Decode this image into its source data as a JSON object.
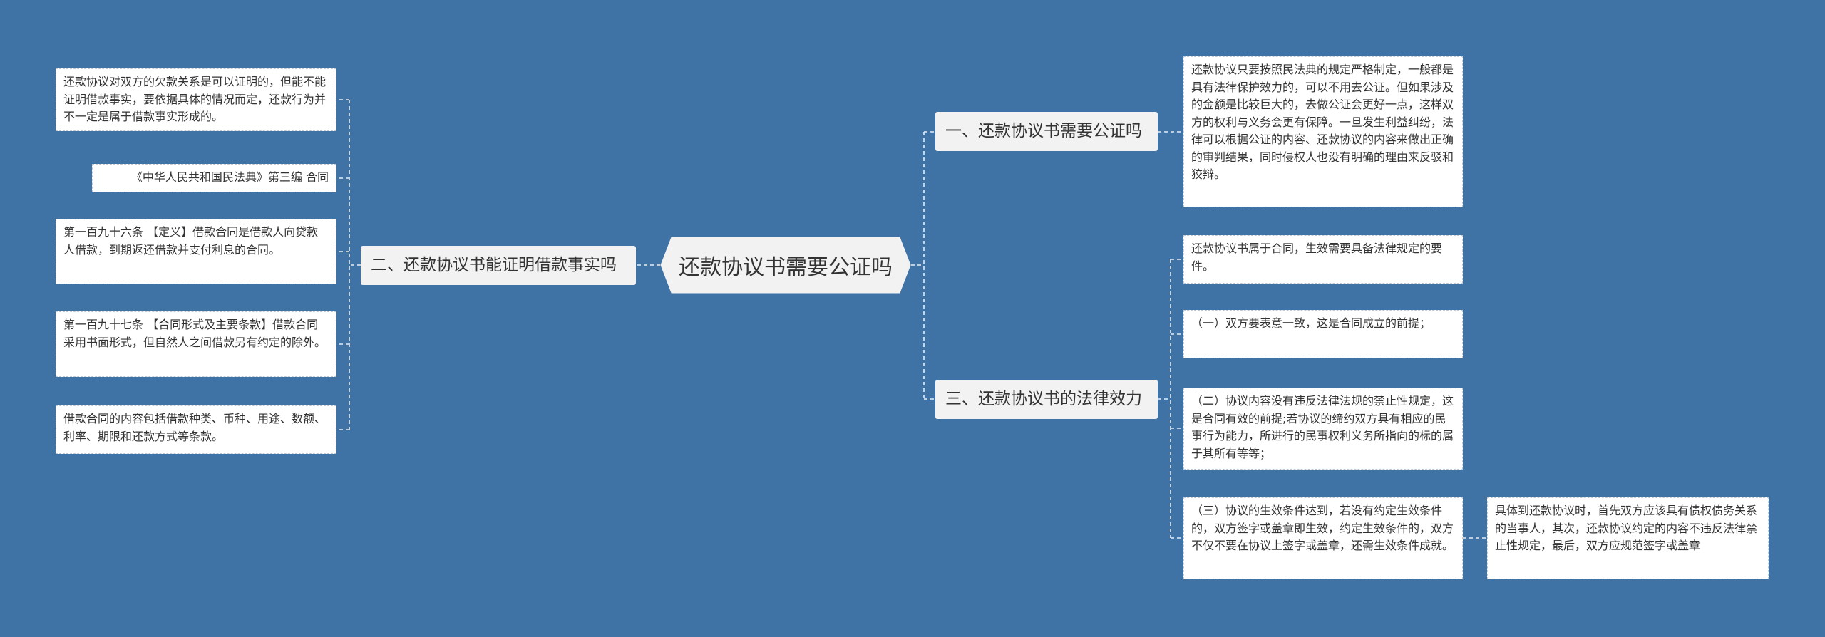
{
  "root": {
    "label": "还款协议书需要公证吗"
  },
  "branches": [
    {
      "id": "b1",
      "label": "一、还款协议书需要公证吗"
    },
    {
      "id": "b2",
      "label": "二、还款协议书能证明借款事实吗"
    },
    {
      "id": "b3",
      "label": "三、还款协议书的法律效力"
    }
  ],
  "leaves": {
    "b1": [
      "还款协议只要按照民法典的规定严格制定，一般都是具有法律保护效力的，可以不用去公证。但如果涉及的金额是比较巨大的，去做公证会更好一点，这样双方的权利与义务会更有保障。一旦发生利益纠纷，法律可以根据公证的内容、还款协议的内容来做出正确的审判结果，同时侵权人也没有明确的理由来反驳和狡辩。"
    ],
    "b2": [
      "还款协议对双方的欠款关系是可以证明的，但能不能证明借款事实，要依据具体的情况而定，还款行为并不一定是属于借款事实形成的。",
      "《中华人民共和国民法典》第三编 合同",
      "第一百九十六条 【定义】借款合同是借款人向贷款人借款，到期返还借款并支付利息的合同。",
      "第一百九十七条 【合同形式及主要条款】借款合同采用书面形式，但自然人之间借款另有约定的除外。",
      "借款合同的内容包括借款种类、币种、用途、数额、利率、期限和还款方式等条款。"
    ],
    "b3": [
      "还款协议书属于合同，生效需要具备法律规定的要件。",
      "（一）双方要表意一致，这是合同成立的前提；",
      "（二）协议内容没有违反法律法规的禁止性规定，这是合同有效的前提;若协议的缔约双方具有相应的民事行为能力，所进行的民事权利义务所指向的标的属于其所有等等；",
      "（三）协议的生效条件达到，若没有约定生效条件的，双方签字或盖章即生效，约定生效条件的，双方不仅不要在协议上签字或盖章，还需生效条件成就。"
    ],
    "b3_sub": [
      "具体到还款协议时，首先双方应该具有债权债务关系的当事人，其次，还款协议约定的内容不违反法律禁止性规定，最后，双方应规范签字或盖章"
    ]
  },
  "colors": {
    "background": "#3f73a6",
    "node_fill": "#ffffff",
    "branch_fill": "#f2f2f2",
    "connector": "#e6edf4"
  }
}
